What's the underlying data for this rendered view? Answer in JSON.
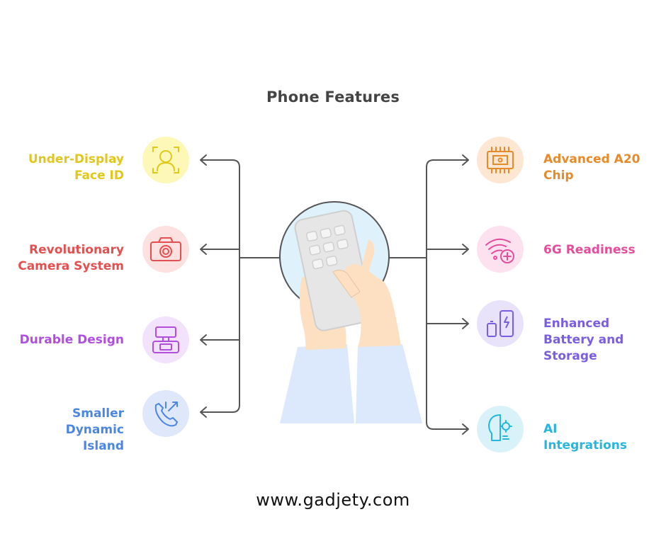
{
  "title": "Phone Features",
  "footer": "www.gadjety.com",
  "colors": {
    "connector": "#555555",
    "hub_ring": "#555555",
    "hub_fill": "#dff2fb"
  },
  "features_left": [
    {
      "label": "Under-Display\nFace ID",
      "color": "#e0c81a",
      "circle": "#fdf7b8",
      "icon": "face-id-icon"
    },
    {
      "label": "Revolutionary\nCamera System",
      "color": "#e44f4f",
      "circle": "#fde0e0",
      "icon": "camera-icon"
    },
    {
      "label": "Durable Design",
      "color": "#b04ee0",
      "circle": "#f3e2fc",
      "icon": "durable-design-icon"
    },
    {
      "label": "Smaller\nDynamic\nIsland",
      "color": "#4c86e3",
      "circle": "#dfe8fb",
      "icon": "phone-call-icon"
    }
  ],
  "features_right": [
    {
      "label": "Advanced A20\nChip",
      "color": "#e78a2a",
      "circle": "#fde7d2",
      "icon": "chip-icon"
    },
    {
      "label": "6G Readiness",
      "color": "#e34d9c",
      "circle": "#fde1ef",
      "icon": "wireless-icon"
    },
    {
      "label": "Enhanced\nBattery and\nStorage",
      "color": "#7a5ee0",
      "circle": "#e8e3fb",
      "icon": "battery-storage-icon"
    },
    {
      "label": "AI\nIntegrations",
      "color": "#27b6dd",
      "circle": "#d9f2fa",
      "icon": "ai-head-icon"
    }
  ]
}
